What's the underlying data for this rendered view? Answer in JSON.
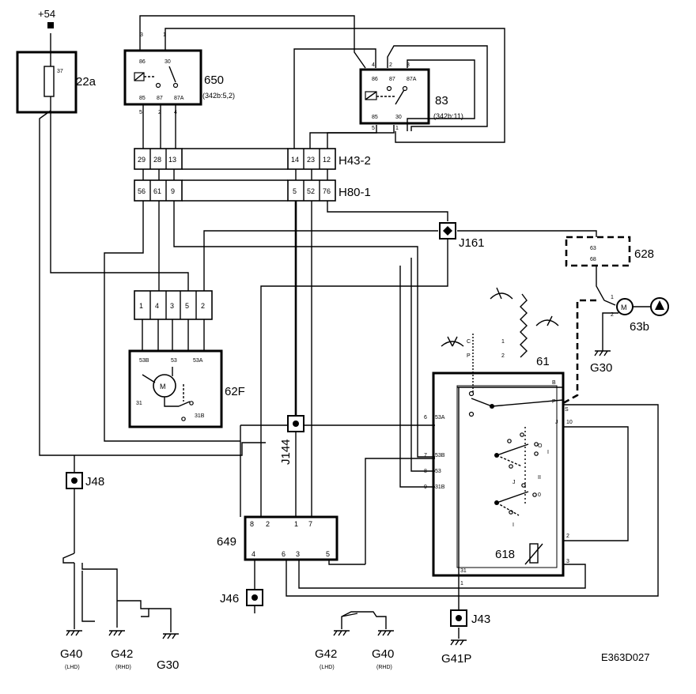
{
  "supply": {
    "label": "+54"
  },
  "fuse": {
    "ref": "22a",
    "pin": "37"
  },
  "relay_650": {
    "ref": "650",
    "note": "(342b:5,2)",
    "pins": [
      "86",
      "30",
      "85",
      "87",
      "87A"
    ],
    "wires": [
      "3",
      "1",
      "5",
      "2",
      "4"
    ]
  },
  "relay_83": {
    "ref": "83",
    "note": "(342b:11)",
    "pins": [
      "86",
      "87",
      "87A",
      "85",
      "30"
    ],
    "wires": [
      "4",
      "2",
      "3",
      "5",
      "1"
    ]
  },
  "connector_h43": {
    "ref": "H43-2",
    "pins": [
      "29",
      "28",
      "13",
      "14",
      "23",
      "12"
    ]
  },
  "connector_h80": {
    "ref": "H80-1",
    "pins": [
      "56",
      "61",
      "9",
      "5",
      "52",
      "76"
    ]
  },
  "splice_j161": {
    "ref": "J161"
  },
  "washer_pump": {
    "ref": "628",
    "pins": [
      "63",
      "68"
    ]
  },
  "motor_63b": {
    "ref": "63b",
    "pins": [
      "1",
      "2"
    ],
    "symbol": "M"
  },
  "ground_g30_pump": {
    "ref": "G30"
  },
  "wiper_motor_62f": {
    "ref": "62F",
    "connector_pins": [
      "1",
      "4",
      "3",
      "5",
      "2"
    ],
    "terminals": [
      "53B",
      "53",
      "53A",
      "31",
      "31B"
    ],
    "symbol": "M"
  },
  "switch_61": {
    "ref": "61",
    "labels": [
      "C",
      "P",
      "1",
      "2",
      "B",
      "P",
      "S",
      "10",
      "J",
      "53A",
      "6",
      "7",
      "53B",
      "8",
      "53",
      "9",
      "31B",
      "2",
      "3",
      "31",
      "1",
      "O",
      "I",
      "II",
      "J",
      "0",
      "I"
    ],
    "resistor_ref": "618"
  },
  "splice_j144": {
    "ref": "J144"
  },
  "splice_j48": {
    "ref": "J48"
  },
  "module_649": {
    "ref": "649",
    "pins_top": [
      "8",
      "2",
      "1",
      "7"
    ],
    "pins_bottom": [
      "4",
      "6",
      "3",
      "5"
    ]
  },
  "splice_j46": {
    "ref": "J46"
  },
  "splice_j43": {
    "ref": "J43"
  },
  "grounds": [
    {
      "ref": "G40",
      "note": "(LHD)"
    },
    {
      "ref": "G42",
      "note": "(RHD)"
    },
    {
      "ref": "G30",
      "note": ""
    },
    {
      "ref": "G42",
      "note": "(LHD)"
    },
    {
      "ref": "G40",
      "note": "(RHD)"
    },
    {
      "ref": "G41P",
      "note": ""
    }
  ],
  "code": "E363D027"
}
